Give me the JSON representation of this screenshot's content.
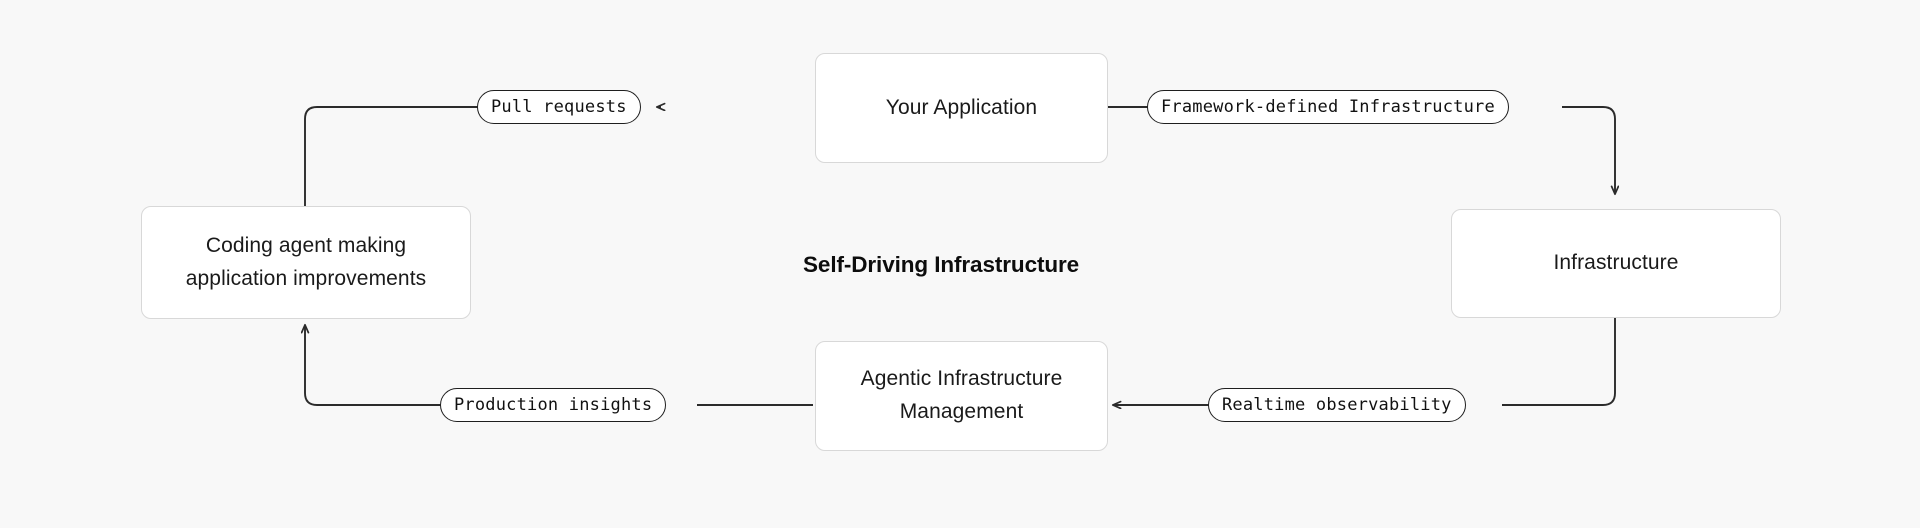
{
  "diagram": {
    "title": "Self-Driving Infrastructure",
    "background_color": "#f8f8f8",
    "node_fill": "#ffffff",
    "node_border_color": "#d8d8d8",
    "edge_color": "#2b2b2b",
    "label_border_color": "#1f1f1f",
    "nodes": [
      {
        "id": "coding-agent",
        "label": "Coding agent making\napplication improvements"
      },
      {
        "id": "your-application",
        "label": "Your Application"
      },
      {
        "id": "infrastructure",
        "label": "Infrastructure"
      },
      {
        "id": "agentic-infrastructure-management",
        "label": "Agentic Infrastructure\nManagement"
      }
    ],
    "edge_labels": [
      {
        "id": "pull-requests",
        "label": "Pull requests"
      },
      {
        "id": "framework-defined-infrastructure",
        "label": "Framework-defined Infrastructure"
      },
      {
        "id": "realtime-observability",
        "label": "Realtime observability"
      },
      {
        "id": "production-insights",
        "label": "Production insights"
      }
    ]
  }
}
